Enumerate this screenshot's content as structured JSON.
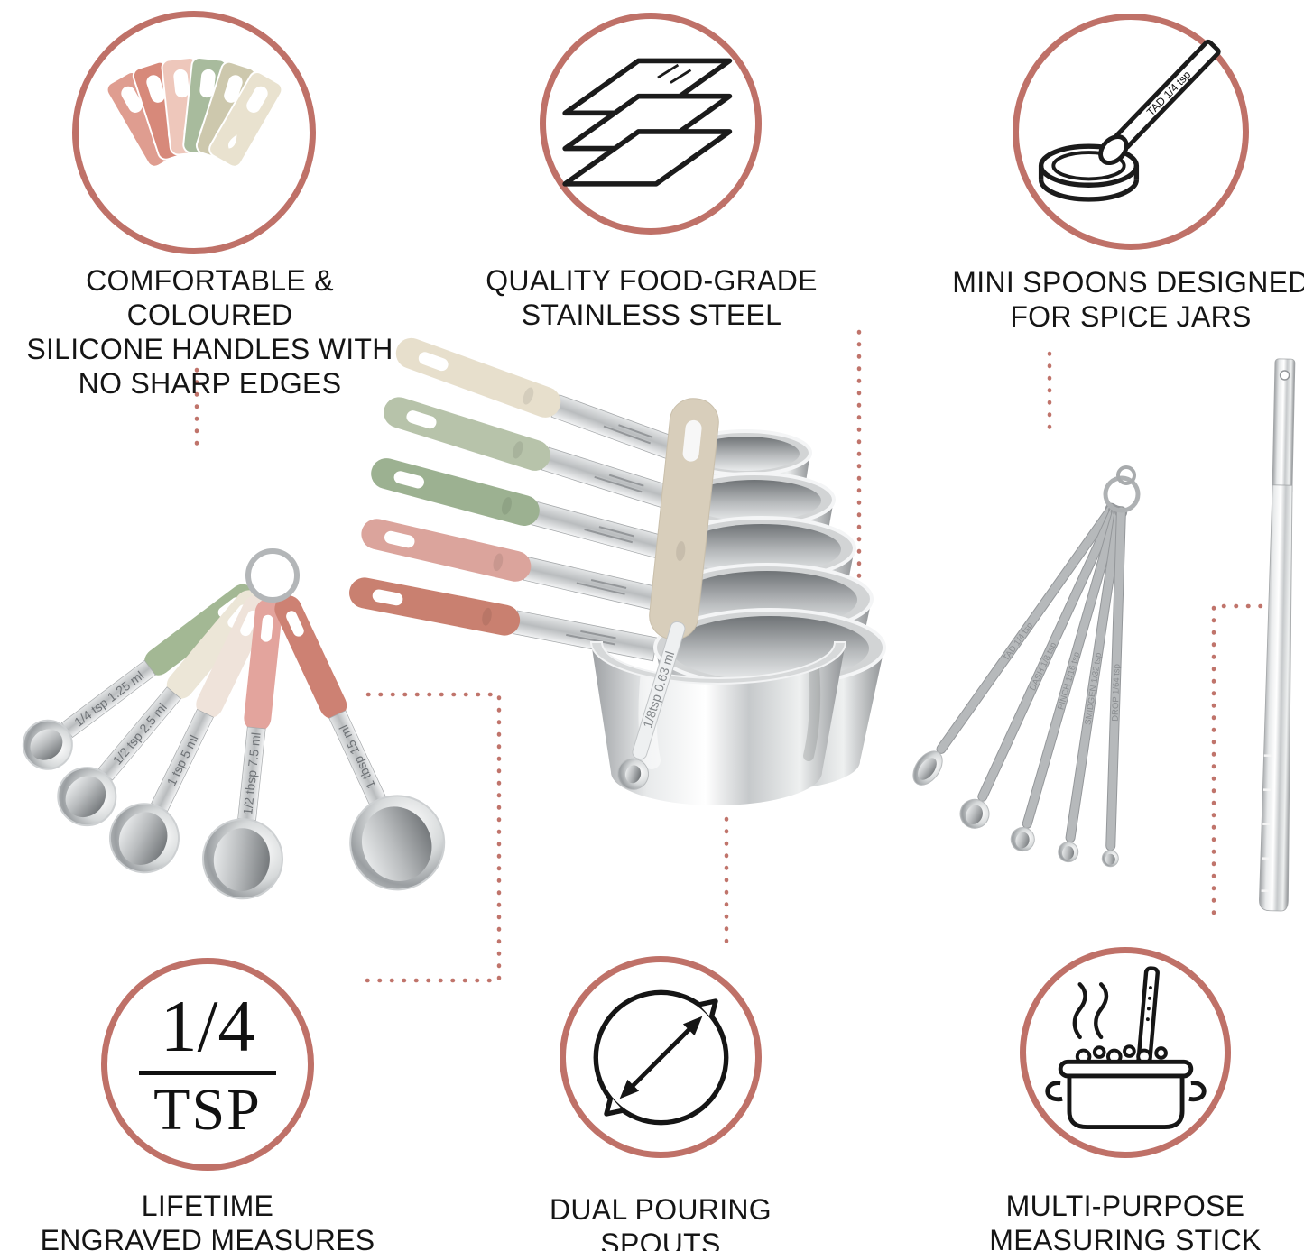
{
  "accent_color": "#bf7168",
  "features": {
    "silicone_handles": {
      "caption_lines": [
        "COMFORTABLE & COLOURED",
        "SILICONE HANDLES WITH",
        "NO SHARP EDGES"
      ]
    },
    "stainless_steel": {
      "caption_lines": [
        "QUALITY FOOD-GRADE",
        "STAINLESS STEEL"
      ]
    },
    "mini_spoons": {
      "caption_lines": [
        "MINI SPOONS DESIGNED",
        "FOR SPICE JARS"
      ],
      "icon_spoon_label": "TAD 1/4  tsp"
    },
    "engraved_measures": {
      "caption_lines": [
        "LIFETIME",
        "ENGRAVED MEASURES"
      ],
      "badge_fraction": "1/4",
      "badge_unit": "TSP"
    },
    "pouring_spouts": {
      "caption_lines": [
        "DUAL POURING",
        "SPOUTS"
      ]
    },
    "measuring_stick": {
      "caption_lines": [
        "MULTI-PURPOSE",
        "MEASURING STICK"
      ]
    }
  },
  "products": {
    "measuring_spoons": {
      "labels": [
        "1/4 tsp 1.25 ml",
        "1/2 tsp 2.5 ml",
        "1 tsp 5 ml",
        "1/2 tbsp 7.5 ml",
        "1 tbsp 15 ml"
      ]
    },
    "mini_spoons": {
      "labels": [
        "TAD 1/4 tsp",
        "DASH 1/8 tsp",
        "PINCH 1/16 tsp",
        "SMIDGEN 1/32 tsp",
        "DROP 1/64 tsp"
      ]
    },
    "small_spoon_label": "1/8tsp 0.63 ml"
  }
}
